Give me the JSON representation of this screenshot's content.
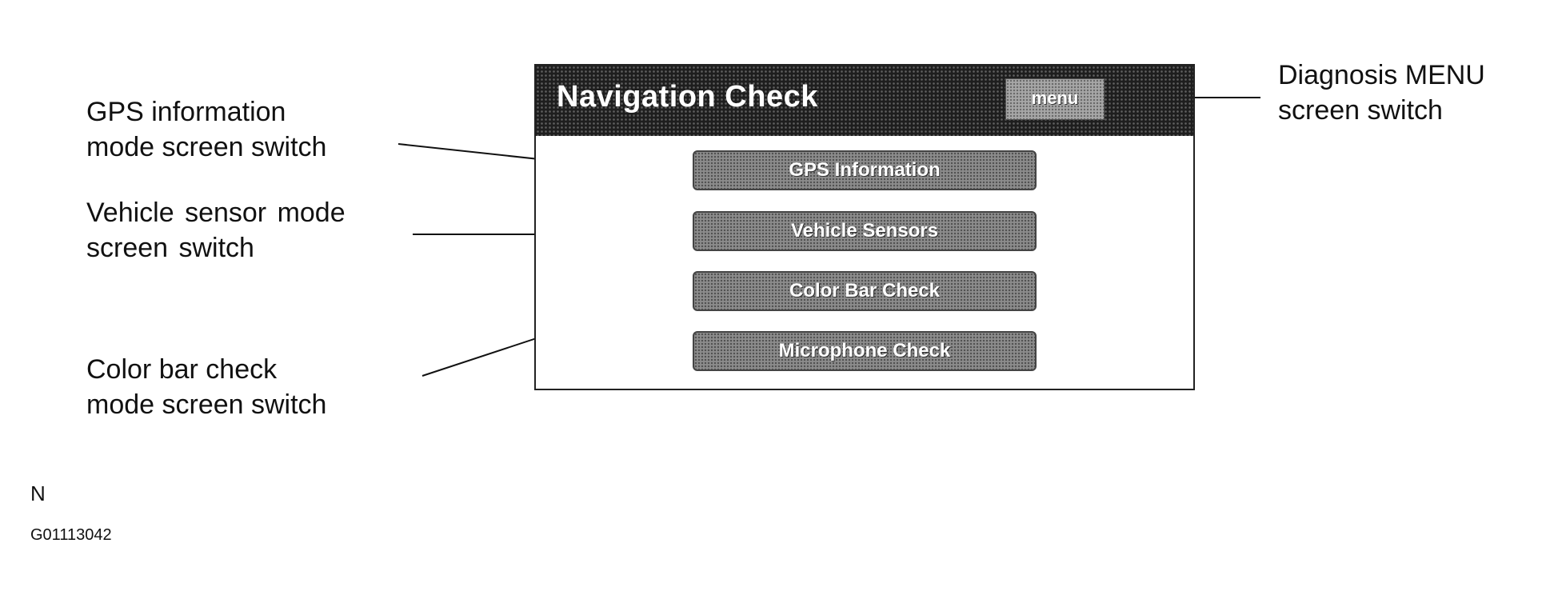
{
  "screen": {
    "title": "Navigation Check",
    "menu_button": "menu",
    "buttons": [
      "GPS Information",
      "Vehicle Sensors",
      "Color Bar Check",
      "Microphone Check"
    ]
  },
  "callouts": {
    "gps": "GPS information\nmode screen switch",
    "vehicle": "Vehicle sensor mode\nscreen switch",
    "color_bar": "Color bar check\nmode screen switch",
    "menu": "Diagnosis MENU\nscreen switch"
  },
  "figure": {
    "letter": "N",
    "code": "G01113042"
  },
  "colors": {
    "header_bg": "#1e1e1e",
    "button_bg": "#8c8c8c",
    "line": "#111111"
  }
}
